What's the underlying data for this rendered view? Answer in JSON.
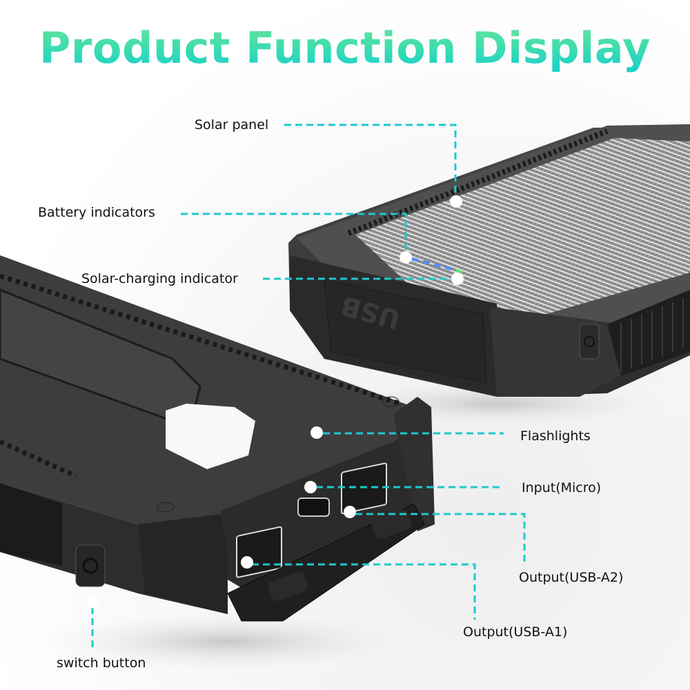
{
  "title": "Product Function Display",
  "colors": {
    "title_gradient_top": "#6be39a",
    "title_gradient_bottom": "#13cfd0",
    "leader_line": "#1cc8cf",
    "device_body": "#3b3b3b",
    "battery_led": "#5a8ff0",
    "solar_led": "#5fe36a",
    "callout_dot": "#ffffff"
  },
  "callouts": [
    {
      "id": "solar-panel",
      "label": "Solar panel"
    },
    {
      "id": "battery-indicators",
      "label": "Battery indicators"
    },
    {
      "id": "solar-charging-indicator",
      "label": "Solar-charging indicator"
    },
    {
      "id": "flashlights",
      "label": "Flashlights"
    },
    {
      "id": "input-micro",
      "label": "Input(Micro)"
    },
    {
      "id": "output-usb-a2",
      "label": "Output(USB-A2)"
    },
    {
      "id": "output-usb-a1",
      "label": "Output(USB-A1)"
    },
    {
      "id": "switch-button",
      "label": "switch button"
    }
  ],
  "device": {
    "cover_text": "USB",
    "battery_led_count": 4
  }
}
